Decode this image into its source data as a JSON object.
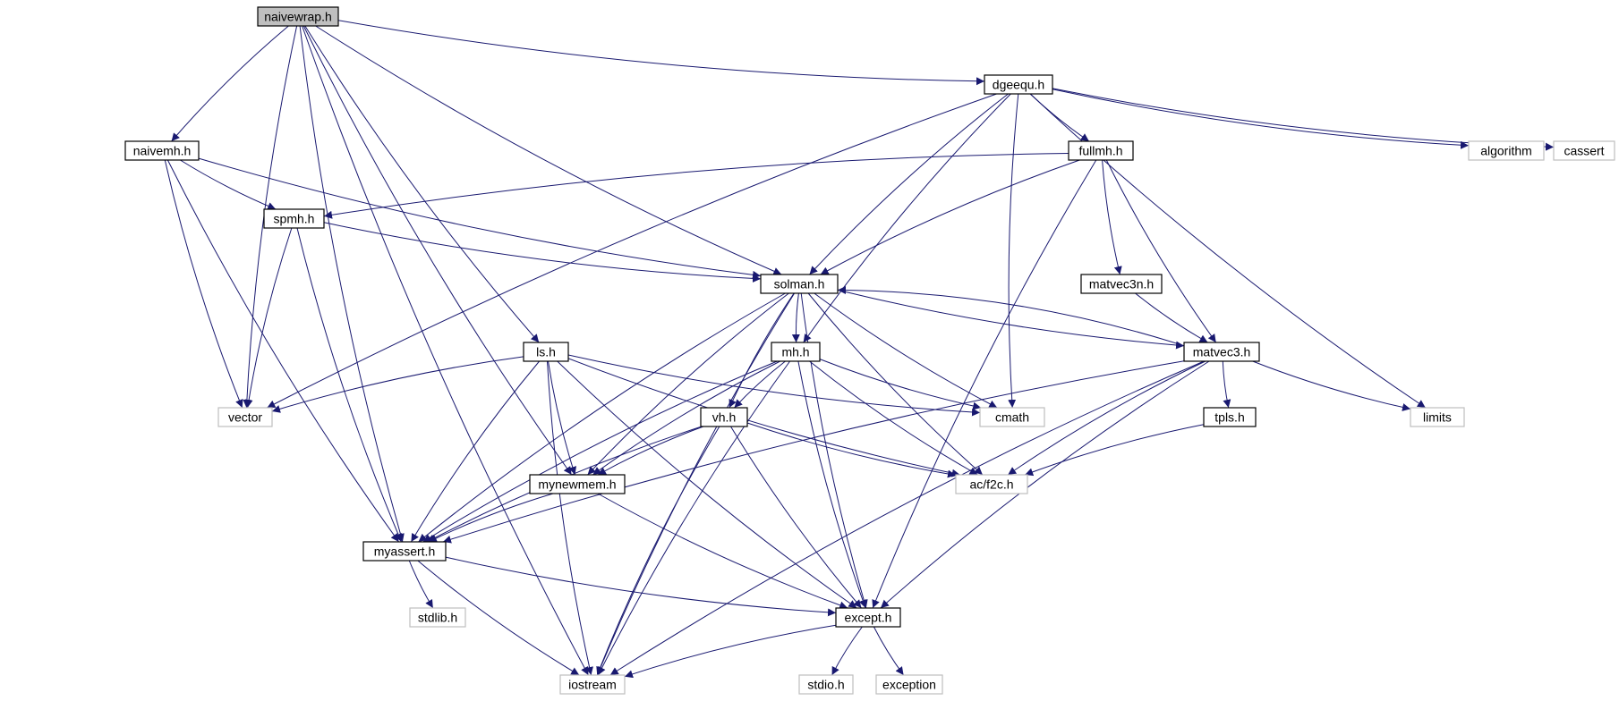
{
  "colors": {
    "edge": "#191970",
    "root_fill": "#bfbfbf",
    "node_border": "#000000",
    "external_border": "#bfbfbf",
    "text": "#000000"
  },
  "nodes": [
    {
      "id": "naivewrap",
      "label": "naivewrap.h",
      "kind": "root"
    },
    {
      "id": "dgeequ",
      "label": "dgeequ.h",
      "kind": "local"
    },
    {
      "id": "naivemh",
      "label": "naivemh.h",
      "kind": "local"
    },
    {
      "id": "fullmh",
      "label": "fullmh.h",
      "kind": "local"
    },
    {
      "id": "algorithm",
      "label": "algorithm",
      "kind": "external"
    },
    {
      "id": "cassert",
      "label": "cassert",
      "kind": "external"
    },
    {
      "id": "spmh",
      "label": "spmh.h",
      "kind": "local"
    },
    {
      "id": "solman",
      "label": "solman.h",
      "kind": "local"
    },
    {
      "id": "matvec3n",
      "label": "matvec3n.h",
      "kind": "local"
    },
    {
      "id": "ls",
      "label": "ls.h",
      "kind": "local"
    },
    {
      "id": "mh",
      "label": "mh.h",
      "kind": "local"
    },
    {
      "id": "matvec3",
      "label": "matvec3.h",
      "kind": "local"
    },
    {
      "id": "vector",
      "label": "vector",
      "kind": "external"
    },
    {
      "id": "cmath",
      "label": "cmath",
      "kind": "external"
    },
    {
      "id": "limits",
      "label": "limits",
      "kind": "external"
    },
    {
      "id": "vh",
      "label": "vh.h",
      "kind": "local"
    },
    {
      "id": "tpls",
      "label": "tpls.h",
      "kind": "local"
    },
    {
      "id": "mynewmem",
      "label": "mynewmem.h",
      "kind": "local"
    },
    {
      "id": "acf2c",
      "label": "ac/f2c.h",
      "kind": "external"
    },
    {
      "id": "myassert",
      "label": "myassert.h",
      "kind": "local"
    },
    {
      "id": "stdlib",
      "label": "stdlib.h",
      "kind": "external"
    },
    {
      "id": "except",
      "label": "except.h",
      "kind": "local"
    },
    {
      "id": "iostream",
      "label": "iostream",
      "kind": "external"
    },
    {
      "id": "stdio",
      "label": "stdio.h",
      "kind": "external"
    },
    {
      "id": "exception",
      "label": "exception",
      "kind": "external"
    }
  ],
  "edges": [
    [
      "naivewrap",
      "dgeequ"
    ],
    [
      "naivewrap",
      "naivemh"
    ],
    [
      "naivewrap",
      "vector"
    ],
    [
      "naivewrap",
      "myassert"
    ],
    [
      "naivewrap",
      "iostream"
    ],
    [
      "naivewrap",
      "mynewmem"
    ],
    [
      "naivewrap",
      "ls"
    ],
    [
      "naivewrap",
      "solman"
    ],
    [
      "dgeequ",
      "fullmh"
    ],
    [
      "dgeequ",
      "algorithm"
    ],
    [
      "dgeequ",
      "cassert"
    ],
    [
      "dgeequ",
      "limits"
    ],
    [
      "dgeequ",
      "vector"
    ],
    [
      "dgeequ",
      "solman"
    ],
    [
      "dgeequ",
      "mh"
    ],
    [
      "dgeequ",
      "cmath"
    ],
    [
      "naivemh",
      "spmh"
    ],
    [
      "naivemh",
      "solman"
    ],
    [
      "naivemh",
      "vector"
    ],
    [
      "naivemh",
      "myassert"
    ],
    [
      "fullmh",
      "spmh"
    ],
    [
      "fullmh",
      "solman"
    ],
    [
      "fullmh",
      "matvec3n"
    ],
    [
      "fullmh",
      "matvec3"
    ],
    [
      "fullmh",
      "except"
    ],
    [
      "spmh",
      "solman"
    ],
    [
      "spmh",
      "vector"
    ],
    [
      "spmh",
      "myassert"
    ],
    [
      "solman",
      "mh"
    ],
    [
      "solman",
      "vh"
    ],
    [
      "solman",
      "mynewmem"
    ],
    [
      "solman",
      "myassert"
    ],
    [
      "solman",
      "iostream"
    ],
    [
      "solman",
      "cmath"
    ],
    [
      "solman",
      "acf2c"
    ],
    [
      "solman",
      "except"
    ],
    [
      "solman",
      "matvec3"
    ],
    [
      "matvec3n",
      "matvec3"
    ],
    [
      "matvec3",
      "solman"
    ],
    [
      "matvec3",
      "tpls"
    ],
    [
      "matvec3",
      "limits"
    ],
    [
      "matvec3",
      "acf2c"
    ],
    [
      "matvec3",
      "myassert"
    ],
    [
      "matvec3",
      "except"
    ],
    [
      "matvec3",
      "iostream"
    ],
    [
      "ls",
      "vector"
    ],
    [
      "ls",
      "cmath"
    ],
    [
      "ls",
      "acf2c"
    ],
    [
      "ls",
      "mynewmem"
    ],
    [
      "ls",
      "myassert"
    ],
    [
      "ls",
      "iostream"
    ],
    [
      "ls",
      "except"
    ],
    [
      "mh",
      "vh"
    ],
    [
      "mh",
      "mynewmem"
    ],
    [
      "mh",
      "myassert"
    ],
    [
      "mh",
      "cmath"
    ],
    [
      "mh",
      "acf2c"
    ],
    [
      "mh",
      "iostream"
    ],
    [
      "mh",
      "except"
    ],
    [
      "vh",
      "mynewmem"
    ],
    [
      "vh",
      "myassert"
    ],
    [
      "vh",
      "acf2c"
    ],
    [
      "vh",
      "iostream"
    ],
    [
      "vh",
      "except"
    ],
    [
      "tpls",
      "acf2c"
    ],
    [
      "mynewmem",
      "myassert"
    ],
    [
      "mynewmem",
      "except"
    ],
    [
      "myassert",
      "stdlib"
    ],
    [
      "myassert",
      "except"
    ],
    [
      "myassert",
      "iostream"
    ],
    [
      "except",
      "iostream"
    ],
    [
      "except",
      "stdio"
    ],
    [
      "except",
      "exception"
    ]
  ]
}
